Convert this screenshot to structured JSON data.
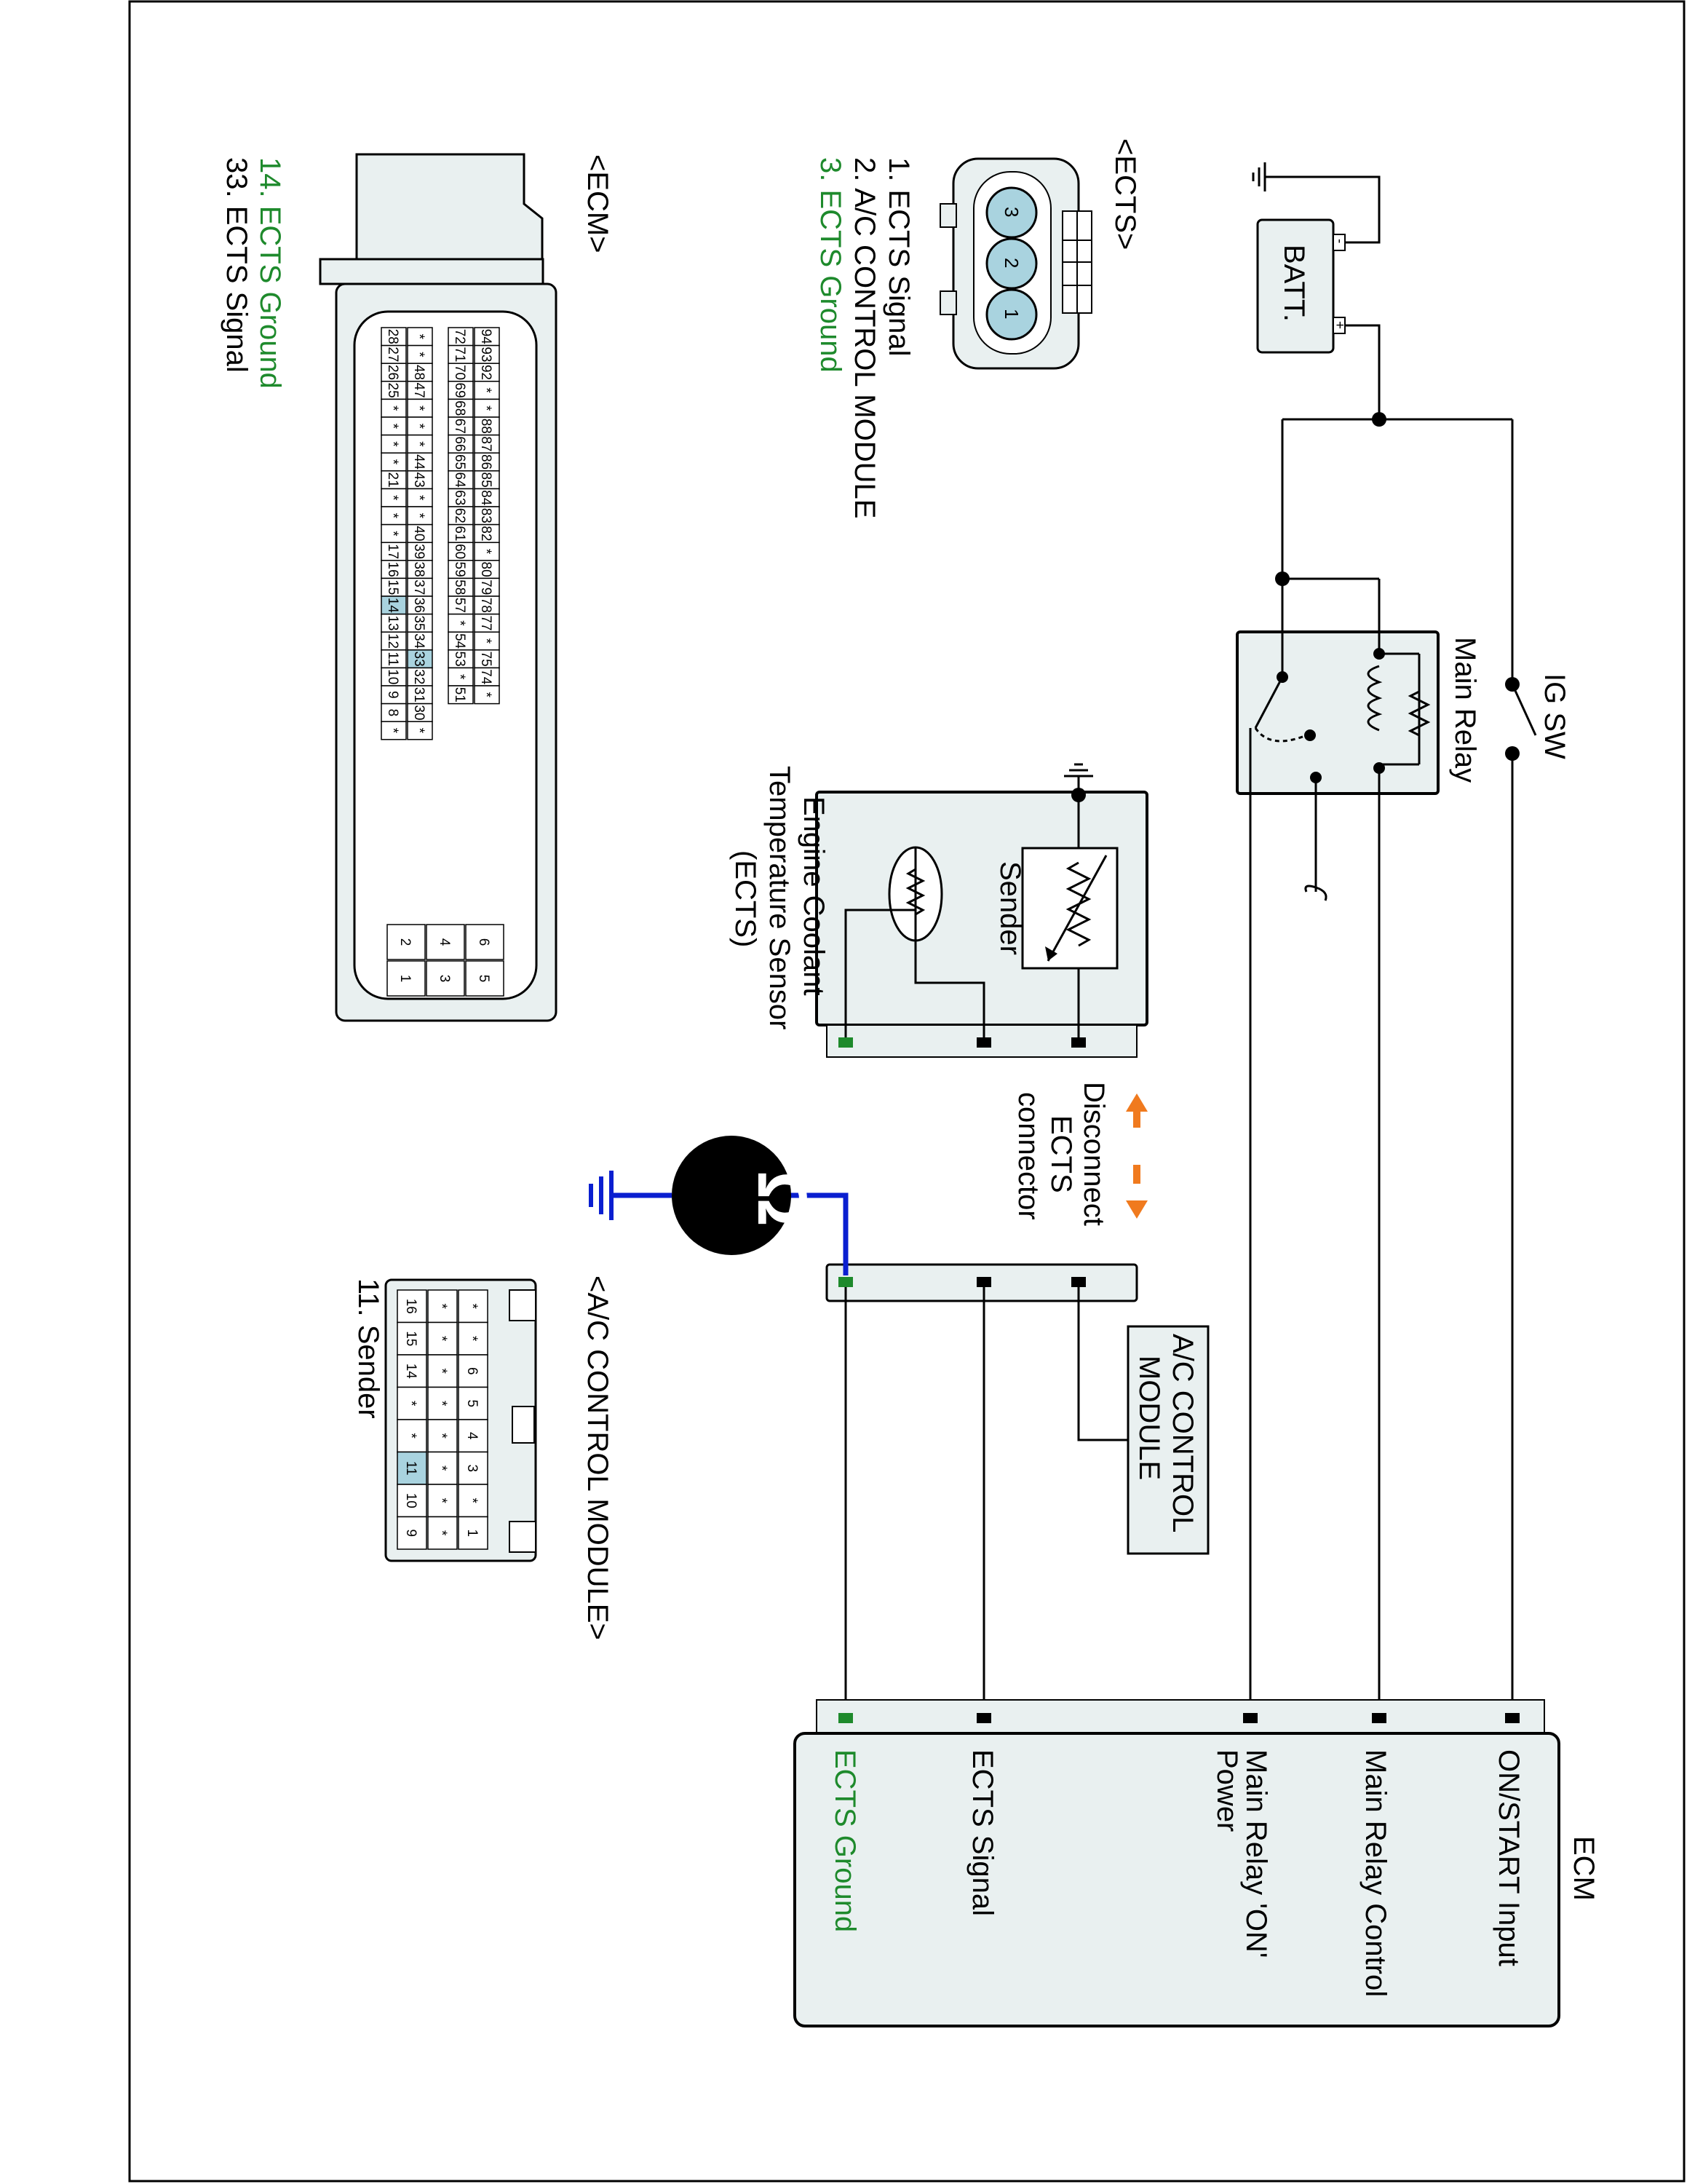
{
  "power": {
    "battery": "BATT.",
    "batt_neg": "-",
    "batt_pos": "+",
    "ig_switch": "IG SW",
    "main_relay": "Main Relay"
  },
  "sensor": {
    "sender": "Sender",
    "name_line1": "Engine Coolant",
    "name_line2": "Temperature Sensor",
    "name_line3": "(ECTS)"
  },
  "disconnect": {
    "line1": "Disconnect",
    "line2": "ECTS",
    "line3": "connector"
  },
  "ac_module_box": {
    "line1": "A/C CONTROL",
    "line2": "MODULE"
  },
  "ecm_box": {
    "title": "ECM",
    "pins": [
      "ON/START Input",
      "Main Relay Control",
      "Main Relay 'ON'",
      "Power",
      "ECTS Signal",
      "ECTS Ground"
    ]
  },
  "ects_connector": {
    "title": "<ECTS>",
    "pins": [
      "1",
      "2",
      "3"
    ],
    "legend": [
      "1. ECTS Signal",
      "2. A/C CONTROL MODULE",
      "3. ECTS Ground"
    ]
  },
  "ecm_connector": {
    "title": "<ECM>",
    "legend": [
      "14. ECTS Ground",
      "33. ECTS Signal"
    ],
    "row1": [
      "94",
      "93",
      "92",
      "*",
      "*",
      "88",
      "87",
      "86",
      "85",
      "84",
      "83",
      "82",
      "*",
      "80",
      "79",
      "78",
      "77",
      "*",
      "75",
      "74",
      "*"
    ],
    "row2": [
      "72",
      "71",
      "70",
      "69",
      "68",
      "67",
      "66",
      "65",
      "64",
      "63",
      "62",
      "61",
      "60",
      "59",
      "58",
      "57",
      "*",
      "54",
      "53",
      "*",
      "51"
    ],
    "row3": [
      "*",
      "*",
      "48",
      "47",
      "*",
      "*",
      "*",
      "44",
      "43",
      "*",
      "*",
      "40",
      "39",
      "38",
      "37",
      "36",
      "35",
      "34",
      "33",
      "32",
      "31",
      "30",
      "*"
    ],
    "row4": [
      "28",
      "27",
      "26",
      "25",
      "*",
      "*",
      "*",
      "*",
      "21",
      "*",
      "*",
      "*",
      "17",
      "16",
      "15",
      "14",
      "13",
      "12",
      "11",
      "10",
      "9",
      "8",
      "*"
    ],
    "small": [
      "6",
      "5",
      "4",
      "3",
      "2",
      "1"
    ]
  },
  "ac_connector": {
    "title": "<A/C CONTROL MODULE>",
    "legend": [
      "11. Sender"
    ],
    "row1": [
      "*",
      "*",
      "6",
      "5",
      "4",
      "3",
      "*",
      "1"
    ],
    "row2": [
      "*",
      "*",
      "*",
      "*",
      "*",
      "*",
      "*",
      "*"
    ],
    "row3": [
      "16",
      "15",
      "14",
      "*",
      "*",
      "11",
      "10",
      "9"
    ]
  },
  "meter_symbol": "Ω",
  "colors": {
    "ground_wire": "#1e8a2c",
    "meter_lead": "#0a1fd0",
    "arrows": "#f07a1e",
    "highlight_pin": "#a9d3df",
    "box_fill": "#e9f0f0"
  }
}
